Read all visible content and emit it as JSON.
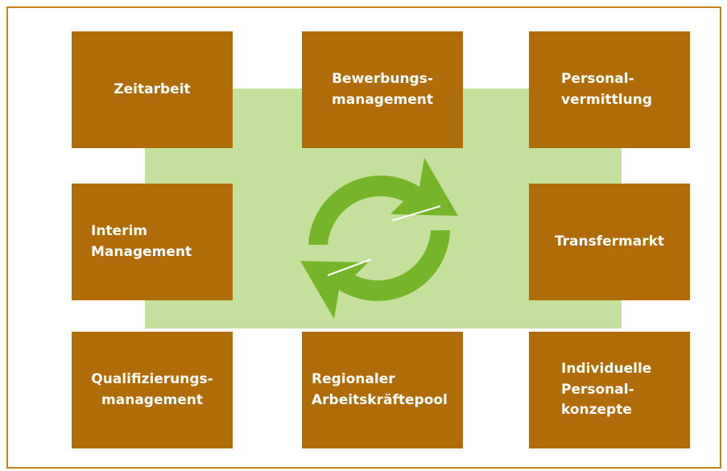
{
  "colors": {
    "frame_border": "#c6811a",
    "box_fill": "#b16c0a",
    "box_text": "#ffffff",
    "hub_fill": "#c5df9c",
    "cycle_arrow": "#74b52a"
  },
  "center_icon": "refresh-cycle-icon",
  "boxes": {
    "top_left": {
      "lines": [
        "Zeitarbeit"
      ]
    },
    "top_center": {
      "lines": [
        "Bewerbungs-",
        "management"
      ]
    },
    "top_right": {
      "lines": [
        "Personal-",
        "vermittlung"
      ]
    },
    "middle_left": {
      "lines": [
        "Interim",
        "Management"
      ]
    },
    "middle_right": {
      "lines": [
        "Transfermarkt"
      ]
    },
    "bottom_left": {
      "lines": [
        "Qualifizierungs-",
        "management"
      ]
    },
    "bottom_center": {
      "lines": [
        "Regionaler",
        "Arbeitskräftepool"
      ]
    },
    "bottom_right": {
      "lines": [
        "Individuelle",
        "Personal-",
        "konzepte"
      ]
    }
  }
}
